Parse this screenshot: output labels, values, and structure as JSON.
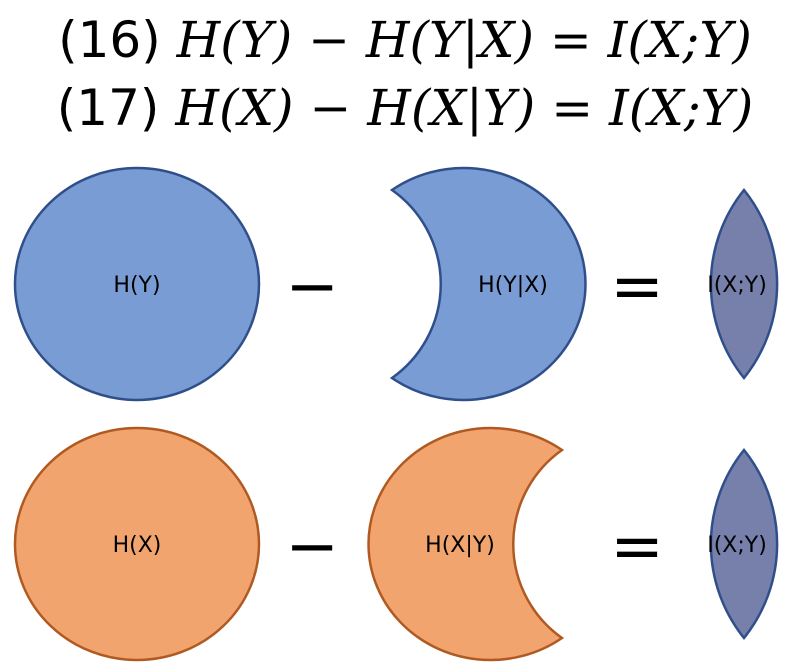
{
  "equations": {
    "eq16": {
      "number": "(16)",
      "expression": "H(Y) − H(Y|X) = I(X;Y)"
    },
    "eq17": {
      "number": "(17)",
      "expression": "H(X) − H(X|Y) = I(X;Y)"
    }
  },
  "row_y": {
    "whole": "H(Y)",
    "conditional": "H(Y|X)",
    "result": "I(X;Y)",
    "fill": "#7a9cd4",
    "stroke": "#2f4f8a"
  },
  "row_x": {
    "whole": "H(X)",
    "conditional": "H(X|Y)",
    "result": "I(X;Y)",
    "fill": "#f2a46e",
    "stroke": "#b05a22"
  },
  "operators": {
    "minus": "−",
    "equals": "="
  },
  "lens": {
    "fill": "#7680ab",
    "stroke": "#2f4f8a"
  }
}
